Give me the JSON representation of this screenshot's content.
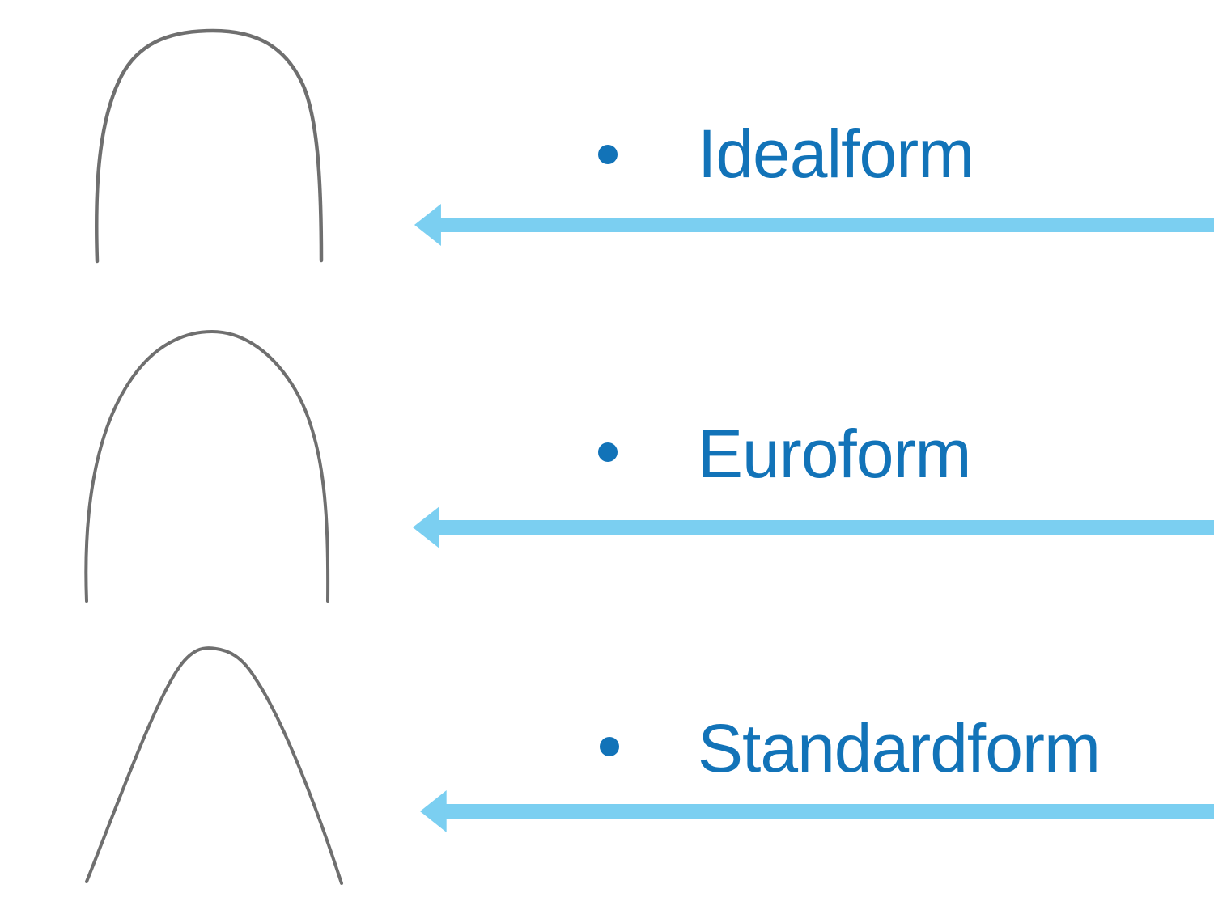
{
  "slide": {
    "items": [
      {
        "label": "Idealform",
        "wire": "idealform-archwire"
      },
      {
        "label": "Euroform",
        "wire": "euroform-archwire"
      },
      {
        "label": "Standardform",
        "wire": "standardform-archwire"
      }
    ],
    "icons": {
      "bullet": "filled-circle",
      "arrow": "left-pointing-arrow"
    },
    "colors": {
      "background": "#ffffff",
      "label_text": "#1273b8",
      "bullet": "#1273b8",
      "arrow": "#7bcff1",
      "wire": "#6f6f6f"
    }
  }
}
